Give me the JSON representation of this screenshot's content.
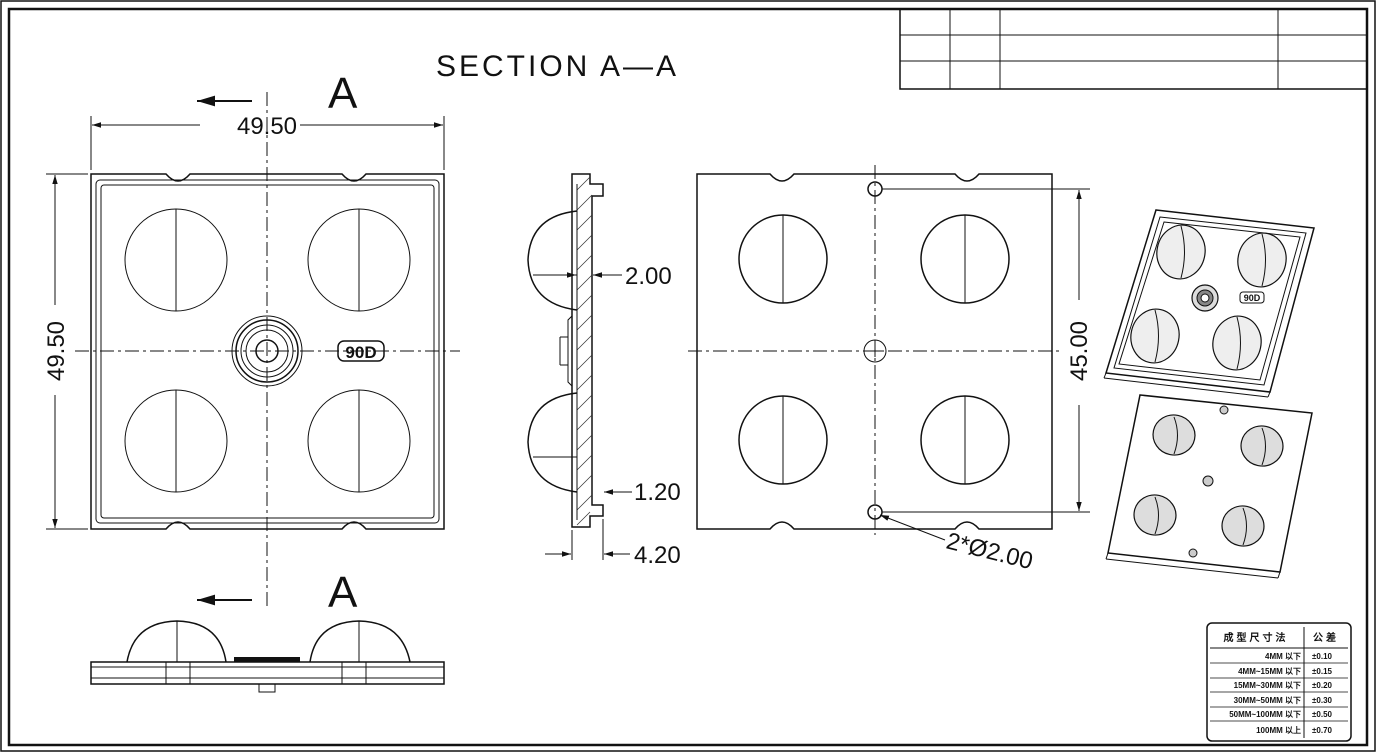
{
  "section_title": "SECTION A—A",
  "section_marks": {
    "top": "A",
    "bottom": "A"
  },
  "dims": {
    "width": "49.50",
    "height": "49.50",
    "thickness_top": "2.00",
    "thickness_bottom": "1.20",
    "total_depth": "4.20",
    "hole_pitch": "45.00",
    "holes": "2*Ø2.00"
  },
  "lens_mark": "90D",
  "iso_lens_mark": "90D",
  "tolerance_table": {
    "headers": [
      "成型尺寸法",
      "公差"
    ],
    "rows": [
      {
        "range": "4MM 以下",
        "tol": "±0.10"
      },
      {
        "range": "4MM~15MM 以下",
        "tol": "±0.15"
      },
      {
        "range": "15MM~30MM 以下",
        "tol": "±0.20"
      },
      {
        "range": "30MM~50MM 以下",
        "tol": "±0.30"
      },
      {
        "range": "50MM~100MM 以下",
        "tol": "±0.50"
      },
      {
        "range": "100MM 以上",
        "tol": "±0.70"
      }
    ]
  }
}
